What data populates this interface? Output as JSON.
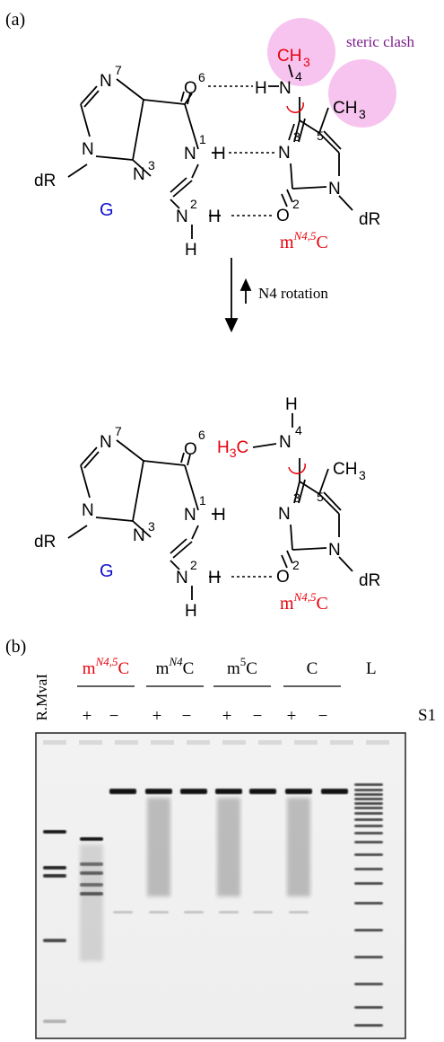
{
  "panel_a": {
    "label": "(a)",
    "steric_clash": "steric clash",
    "rotation_label": "N4 rotation",
    "top": {
      "g_label": "G",
      "m_prefix": "m",
      "m_sup": "N4,5",
      "m_suffix": "C",
      "atoms": {
        "n7": "N",
        "n7_num": "7",
        "o6": "O",
        "o6_num": "6",
        "n1": "N",
        "n1_num": "1",
        "h1": "H",
        "n3g": "N",
        "n3g_num": "3",
        "n2": "N",
        "n2_num": "2",
        "h2": "H",
        "h2b": "H",
        "drg": "dR",
        "h4": "H",
        "n4": "N",
        "n4_num": "4",
        "ch3_n": "CH",
        "ch3_n_sub": "3",
        "ch3_c": "CH",
        "ch3_c_sub": "3",
        "n3c": "N",
        "n3c_num": "3",
        "c5_num": "5",
        "o2": "O",
        "o2_num": "2",
        "n1c": "N",
        "drc": "dR"
      }
    },
    "bottom": {
      "g_label": "G",
      "m_prefix": "m",
      "m_sup": "N4,5",
      "m_suffix": "C",
      "atoms": {
        "n7": "N",
        "n7_num": "7",
        "o6": "O",
        "o6_num": "6",
        "n1": "N",
        "n1_num": "1",
        "h1": "H",
        "n3g": "N",
        "n3g_num": "3",
        "n2": "N",
        "n2_num": "2",
        "h2": "H",
        "h2b": "H",
        "drg": "dR",
        "h4": "H",
        "n4": "N",
        "n4_num": "4",
        "h3c_h": "H",
        "h3c_sub": "3",
        "h3c_c": "C",
        "ch3_c": "CH",
        "ch3_c_sub": "3",
        "n3c": "N",
        "n3c_num": "3",
        "c5_num": "5",
        "o2": "O",
        "o2_num": "2",
        "n1c": "N",
        "drc": "dR"
      }
    }
  },
  "panel_b": {
    "label": "(b)",
    "lane_marker": "R.MvaI",
    "groups": [
      {
        "prefix": "m",
        "sup": "N4,5",
        "suffix": "C",
        "color": "#e8000b"
      },
      {
        "prefix": "m",
        "sup": "N4",
        "suffix": "C",
        "color": "#000000"
      },
      {
        "prefix": "m",
        "sup": "5",
        "suffix": "C",
        "color": "#000000"
      },
      {
        "prefix": "C",
        "sup": "",
        "suffix": "",
        "color": "#000000"
      }
    ],
    "ladder_label": "L",
    "signs": [
      "+",
      "−",
      "+",
      "−",
      "+",
      "−",
      "+",
      "−"
    ],
    "s1_label": "S1"
  },
  "colors": {
    "red": "#e8000b",
    "blue": "#1010d0",
    "purple": "#7a1f8a",
    "clash": "#f7b8ec"
  }
}
